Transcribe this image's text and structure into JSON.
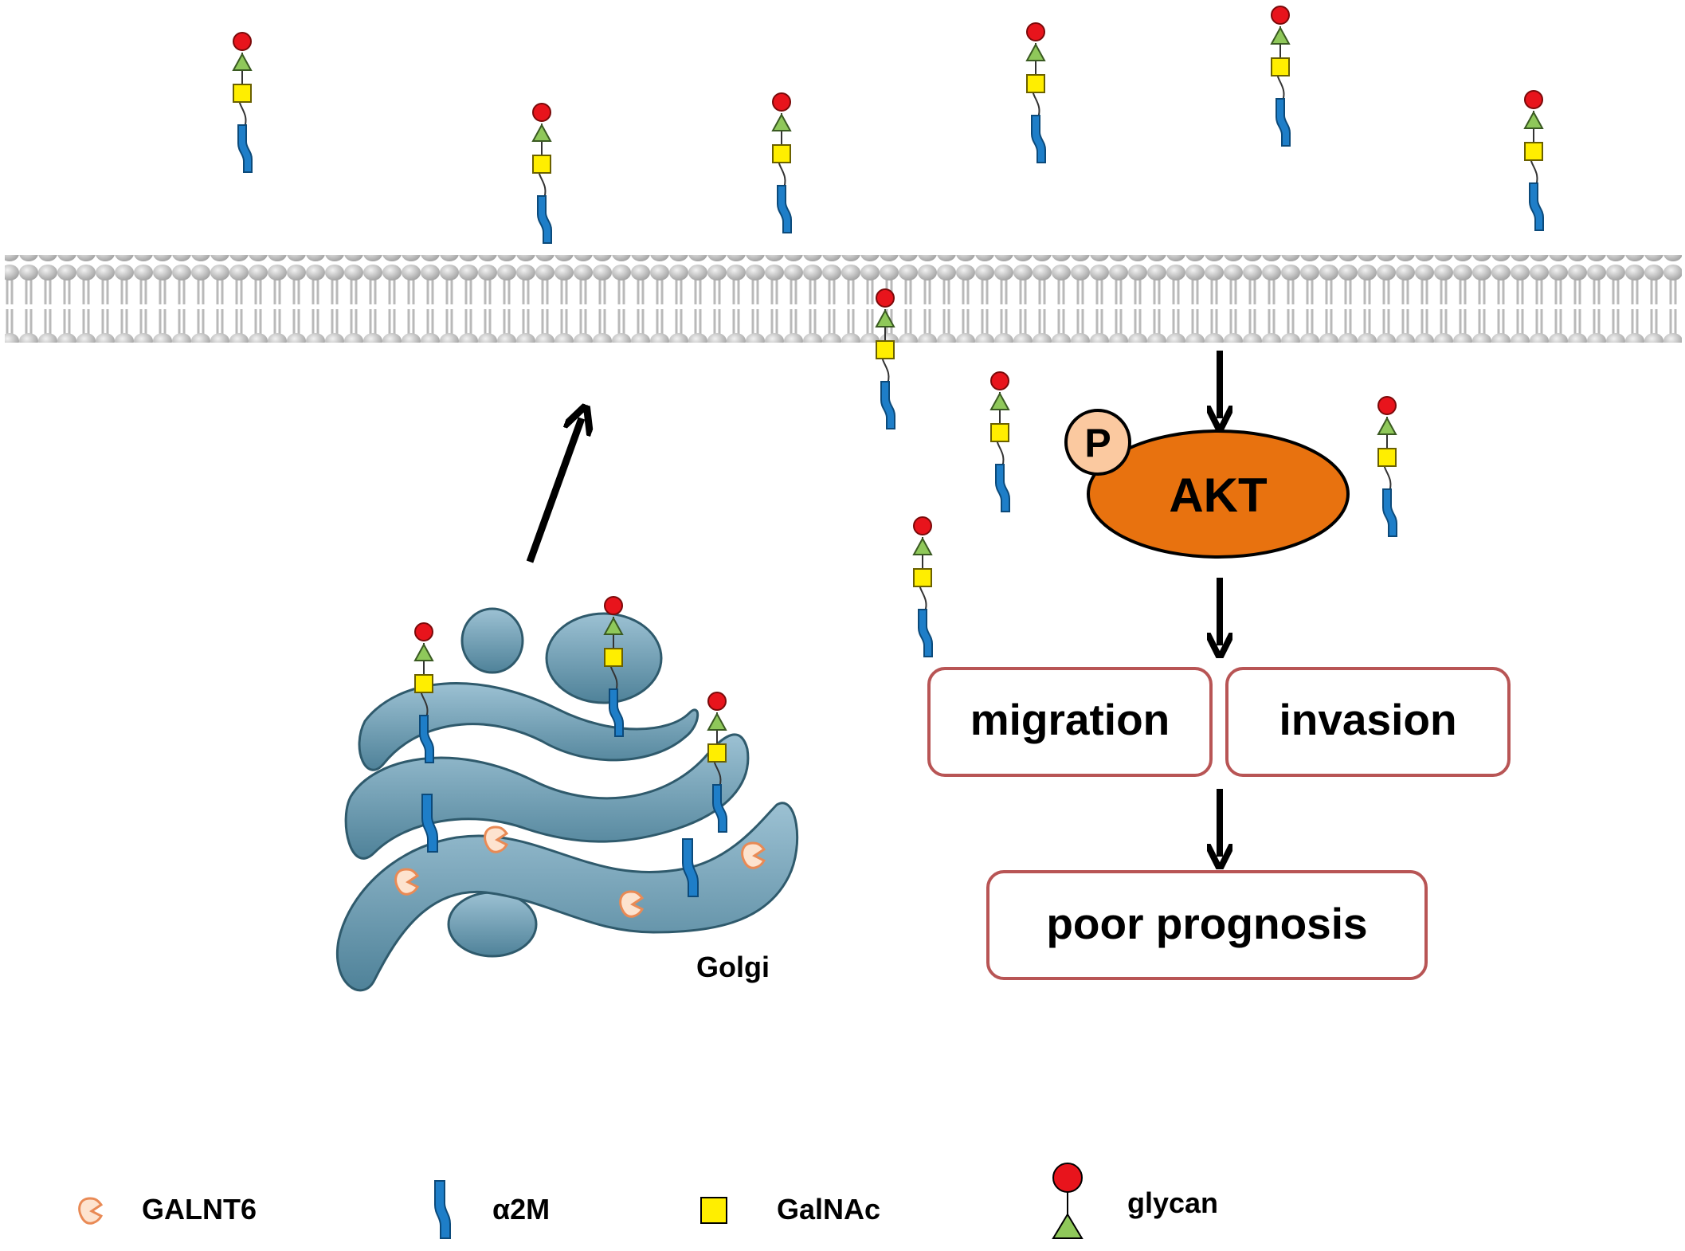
{
  "labels": {
    "akt": "AKT",
    "phospho": "P",
    "golgi": "Golgi"
  },
  "outcome_boxes": {
    "migration": "migration",
    "invasion": "invasion",
    "poor_prognosis": "poor prognosis"
  },
  "legend": {
    "galnt6": "GALNT6",
    "a2m": "α2M",
    "galnac": "GalNAc",
    "glycan": "glycan"
  },
  "colors": {
    "protein_blue": "#1e7ec8",
    "glycan_red": "#e8141c",
    "glycan_green": "#8fc85a",
    "galnac_yellow": "#ffee00",
    "akt_orange": "#e8720f",
    "phospho_peach": "#fbc9a0",
    "box_border": "#b85555",
    "golgi_fill": "#6f9fb4",
    "membrane_gray": "#bcbcbc",
    "galnt6_peach": "#f4a57c"
  },
  "icons": [
    "glycoprotein-icon",
    "galnt6-enzyme-icon",
    "alpha2m-protein-icon",
    "galnac-square-icon",
    "glycan-icon",
    "lipid-bilayer-icon",
    "golgi-apparatus-icon",
    "arrow-icon"
  ]
}
